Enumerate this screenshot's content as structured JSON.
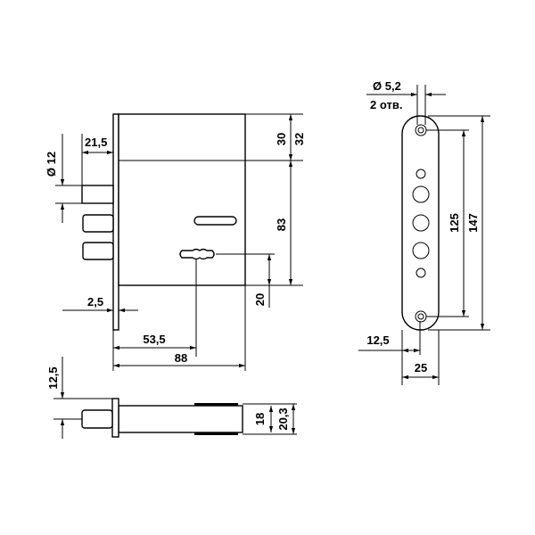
{
  "drawing": {
    "lock_front": {
      "dim_bolt_diameter": "Ø 12",
      "dim_bolt_projection": "21,5",
      "dim_faceplate_thickness": "2,5",
      "dim_top_30": "30",
      "dim_top_32": "32",
      "dim_body_83": "83",
      "dim_key_20": "20",
      "dim_backset": "53,5",
      "dim_width": "88"
    },
    "lock_top": {
      "dim_pin_offset": "12,5",
      "dim_body_18": "18",
      "dim_body_20_3": "20,3"
    },
    "strike_plate": {
      "dim_hole_diameter": "Ø 5,2",
      "hole_count_label": "2 отв.",
      "dim_hole_spacing": "125",
      "dim_length": "147",
      "dim_center": "12,5",
      "dim_plate_width": "25"
    }
  }
}
